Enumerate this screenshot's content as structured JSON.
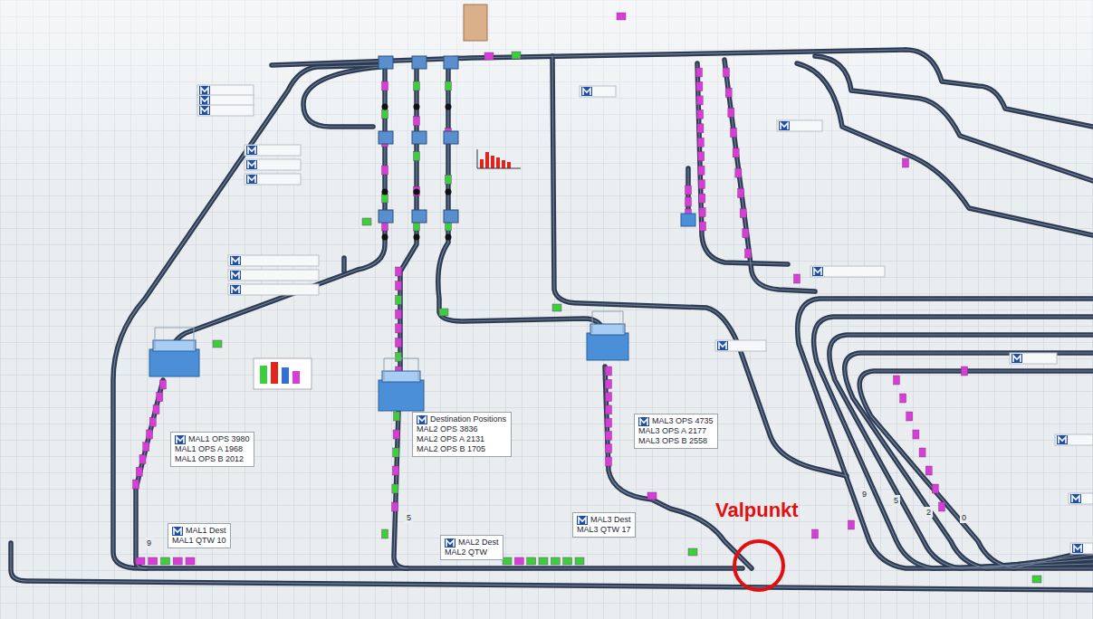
{
  "diagram": {
    "nodes": [
      {
        "text": [
          "MAL1 OPS 3980",
          "MAL1 OPS A 1968",
          "MAL1 OPS B 2012"
        ]
      },
      {
        "text": [
          "Destination Positions",
          "MAL2 OPS 3836",
          "MAL2 OPS A 2131",
          "MAL2 OPS B 1705"
        ]
      },
      {
        "text": [
          "MAL3 OPS 4735",
          "MAL3 OPS A 2177",
          "MAL3 OPS B 2558"
        ]
      },
      {
        "text": [
          "MAL1 Dest",
          "MAL1 QTW 10"
        ]
      },
      {
        "text": [
          "MAL2 Dest",
          "MAL2 QTW"
        ]
      },
      {
        "text": [
          "MAL3 Dest",
          "MAL3 QTW 17"
        ]
      }
    ],
    "labels": [
      "Valpunkt",
      "9",
      "5",
      "9",
      "5",
      "2",
      "0"
    ]
  }
}
